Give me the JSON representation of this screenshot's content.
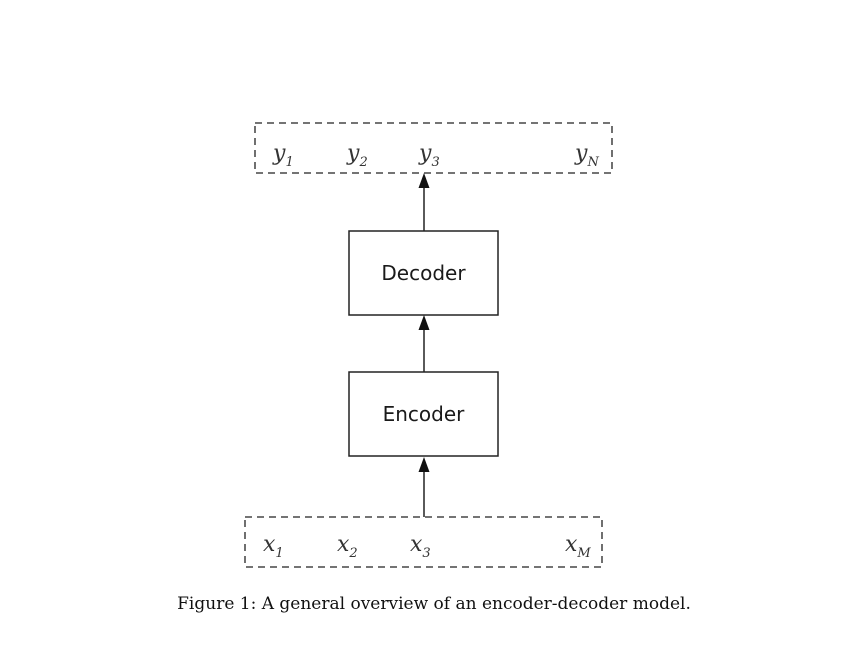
{
  "output_sequence": {
    "tokens": [
      {
        "base": "y",
        "sub": "1"
      },
      {
        "base": "y",
        "sub": "2"
      },
      {
        "base": "y",
        "sub": "3"
      },
      {
        "base": "y",
        "sub": "N"
      }
    ]
  },
  "decoder": {
    "label": "Decoder"
  },
  "encoder": {
    "label": "Encoder"
  },
  "input_sequence": {
    "tokens": [
      {
        "base": "x",
        "sub": "1"
      },
      {
        "base": "x",
        "sub": "2"
      },
      {
        "base": "x",
        "sub": "3"
      },
      {
        "base": "x",
        "sub": "M"
      }
    ]
  },
  "caption": "Figure 1: A general overview of an encoder-decoder model."
}
